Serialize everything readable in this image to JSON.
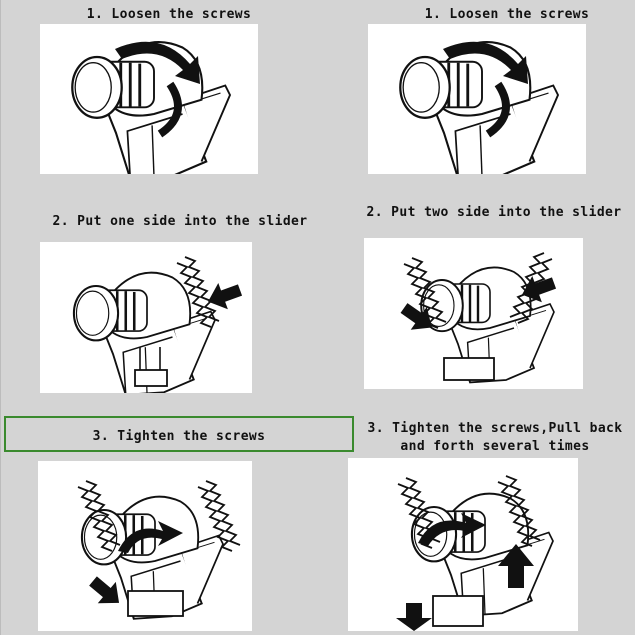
{
  "steps": [
    {
      "caption": "1. Loosen the screws"
    },
    {
      "caption": "1. Loosen the screws"
    },
    {
      "caption": "2. Put one side into the slider"
    },
    {
      "caption": "2. Put two side into the slider"
    },
    {
      "caption": "3. Tighten the screws"
    },
    {
      "caption": "3. Tighten the screws,Pull back and forth several times"
    }
  ],
  "colors": {
    "background": "#d4d4d4",
    "panel": "#ffffff",
    "highlight_border": "#3a8a2e",
    "drawing": "#111111"
  },
  "icons": [
    "rotation-arrow-icon",
    "push-arrow-icon",
    "down-arrow-icon",
    "up-arrow-icon"
  ]
}
